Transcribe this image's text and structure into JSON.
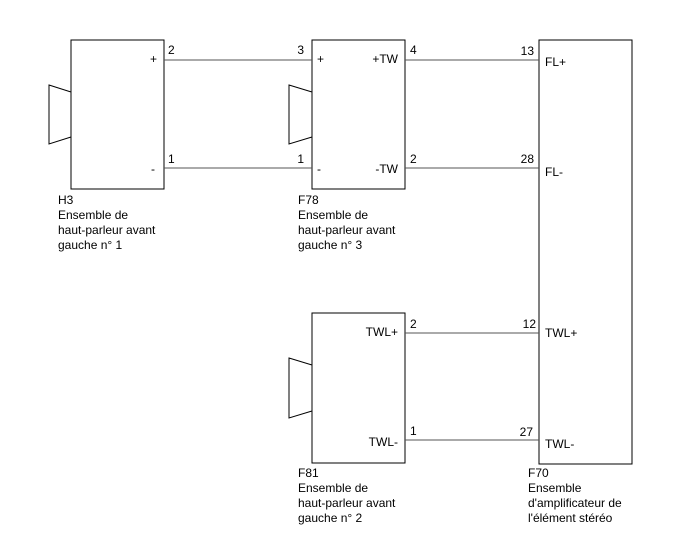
{
  "components": {
    "h3": {
      "code": "H3",
      "desc": [
        "Ensemble de",
        "haut-parleur avant",
        "gauche n° 1"
      ],
      "terminals": {
        "plus": "+",
        "minus": "-"
      }
    },
    "f78": {
      "code": "F78",
      "desc": [
        "Ensemble de",
        "haut-parleur avant",
        "gauche n° 3"
      ],
      "terminals": {
        "plus": "+",
        "minus": "-",
        "tw_plus": "+TW",
        "tw_minus": "-TW"
      }
    },
    "f81": {
      "code": "F81",
      "desc": [
        "Ensemble de",
        "haut-parleur avant",
        "gauche n° 2"
      ],
      "terminals": {
        "twl_plus": "TWL+",
        "twl_minus": "TWL-"
      }
    },
    "f70": {
      "code": "F70",
      "desc": [
        "Ensemble",
        "d'amplificateur de",
        "l'élément stéréo"
      ],
      "terminals": {
        "fl_plus": "FL+",
        "fl_minus": "FL-",
        "twl_plus": "TWL+",
        "twl_minus": "TWL-"
      }
    }
  },
  "pins": {
    "h3_plus": "2",
    "h3_minus": "1",
    "f78_plus": "3",
    "f78_minus": "1",
    "f78_tw_plus": "4",
    "f78_tw_minus": "2",
    "f70_fl_plus": "13",
    "f70_fl_minus": "28",
    "f81_twl_plus": "2",
    "f81_twl_minus": "1",
    "f70_twl_plus": "12",
    "f70_twl_minus": "27"
  }
}
